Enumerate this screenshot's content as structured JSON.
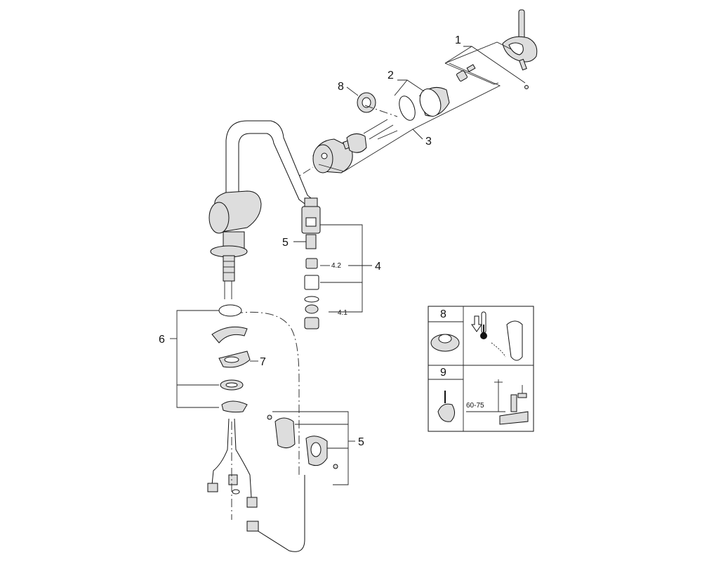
{
  "callouts": {
    "c1": "1",
    "c2": "2",
    "c3": "3",
    "c4": "4",
    "c4_1": "4.1",
    "c4_2": "4.2",
    "c5_spout": "5",
    "c5_holder": "5",
    "c6": "6",
    "c7": "7",
    "c8": "8"
  },
  "inset": {
    "panel_8_number": "8",
    "panel_9_number": "9",
    "dimension": "60-75"
  },
  "icons": [
    "thermometer-icon",
    "cold-arrow-icon",
    "lever-handle-icon",
    "valve-knob-icon"
  ],
  "colors": {
    "line": "#111111",
    "fill": "#dddddd",
    "background": "#ffffff"
  }
}
